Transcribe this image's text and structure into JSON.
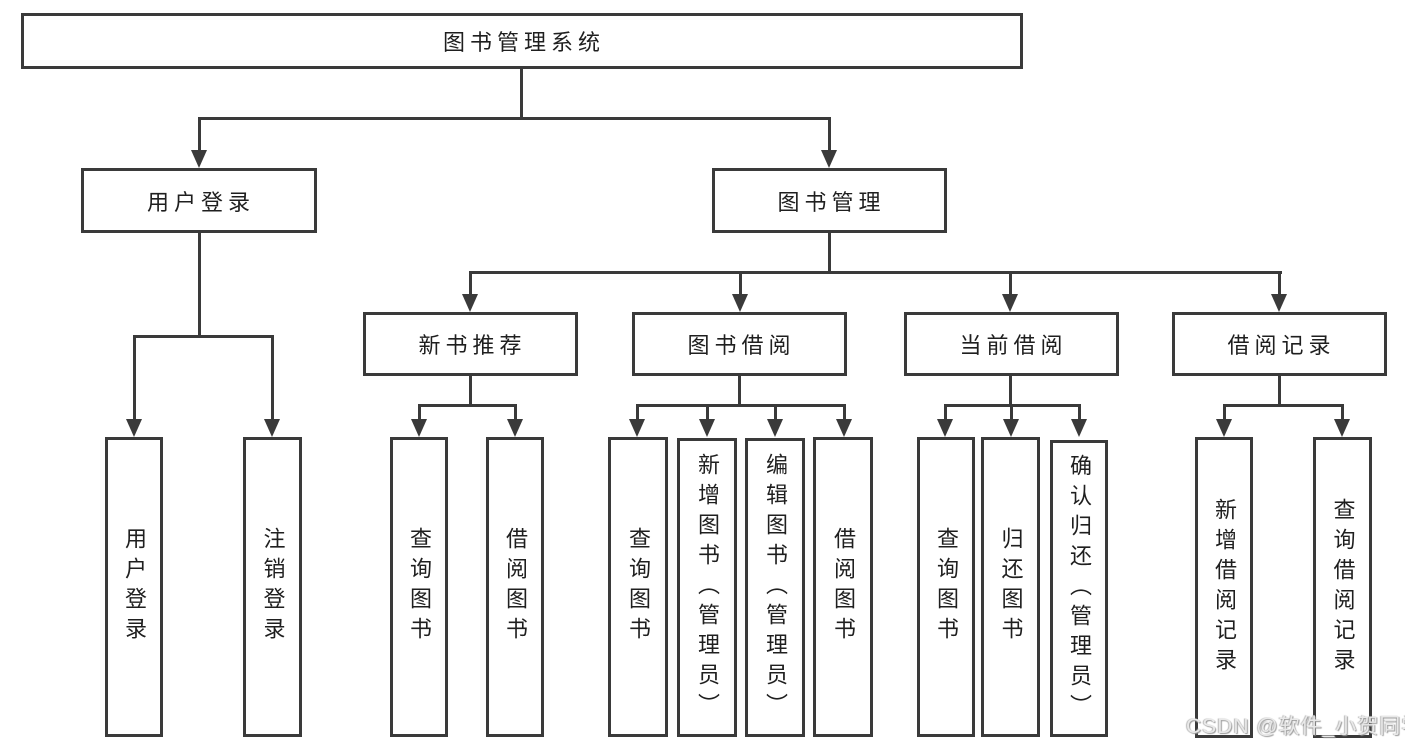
{
  "diagram_type": "hierarchy-tree",
  "title": "图书管理系统",
  "colors": {
    "line": "#3a3a3a",
    "text": "#1f1f1f",
    "background": "#ffffff",
    "watermark": "#e9e9e9"
  },
  "tree": {
    "label": "图书管理系统",
    "children": [
      {
        "label": "用户登录",
        "children": [
          {
            "label": "用户登录"
          },
          {
            "label": "注销登录"
          }
        ]
      },
      {
        "label": "图书管理",
        "children": [
          {
            "label": "新书推荐",
            "children": [
              {
                "label": "查询图书"
              },
              {
                "label": "借阅图书"
              }
            ]
          },
          {
            "label": "图书借阅",
            "children": [
              {
                "label": "查询图书"
              },
              {
                "label": "新增图书（管理员）"
              },
              {
                "label": "编辑图书（管理员）"
              },
              {
                "label": "借阅图书"
              }
            ]
          },
          {
            "label": "当前借阅",
            "children": [
              {
                "label": "查询图书"
              },
              {
                "label": "归还图书"
              },
              {
                "label": "确认归还（管理员）"
              }
            ]
          },
          {
            "label": "借阅记录",
            "children": [
              {
                "label": "新增借阅记录"
              },
              {
                "label": "查询借阅记录"
              }
            ]
          }
        ]
      }
    ]
  },
  "watermark": "CSDN @软件_小贺同学"
}
